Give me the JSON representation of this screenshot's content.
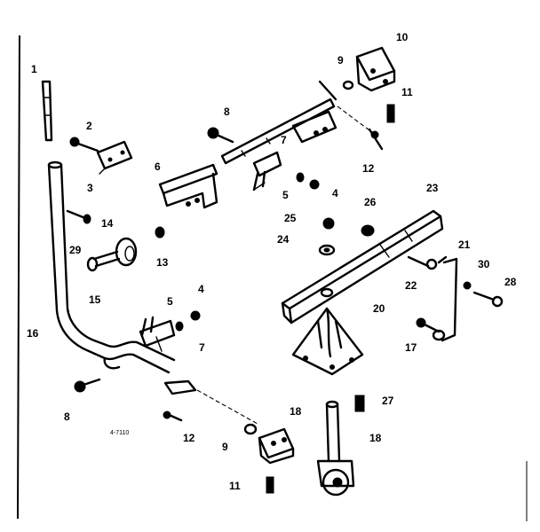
{
  "callouts": {
    "c1": "1",
    "c2": "2",
    "c3": "3",
    "c4a": "4",
    "c4b": "4",
    "c5a": "5",
    "c5b": "5",
    "c6": "6",
    "c7a": "7",
    "c7b": "7",
    "c8a": "8",
    "c8b": "8",
    "c9a": "9",
    "c9b": "9",
    "c10": "10",
    "c11a": "11",
    "c11b": "11",
    "c12a": "12",
    "c12b": "12",
    "c13": "13",
    "c14": "14",
    "c15": "15",
    "c16": "16",
    "c17": "17",
    "c18a": "18",
    "c18b": "18",
    "c20": "20",
    "c21": "21",
    "c22": "22",
    "c23": "23",
    "c24": "24",
    "c25": "25",
    "c26": "26",
    "c27": "27",
    "c28": "28",
    "c29": "29",
    "c30": "30"
  },
  "drawing_number": "4-7110"
}
